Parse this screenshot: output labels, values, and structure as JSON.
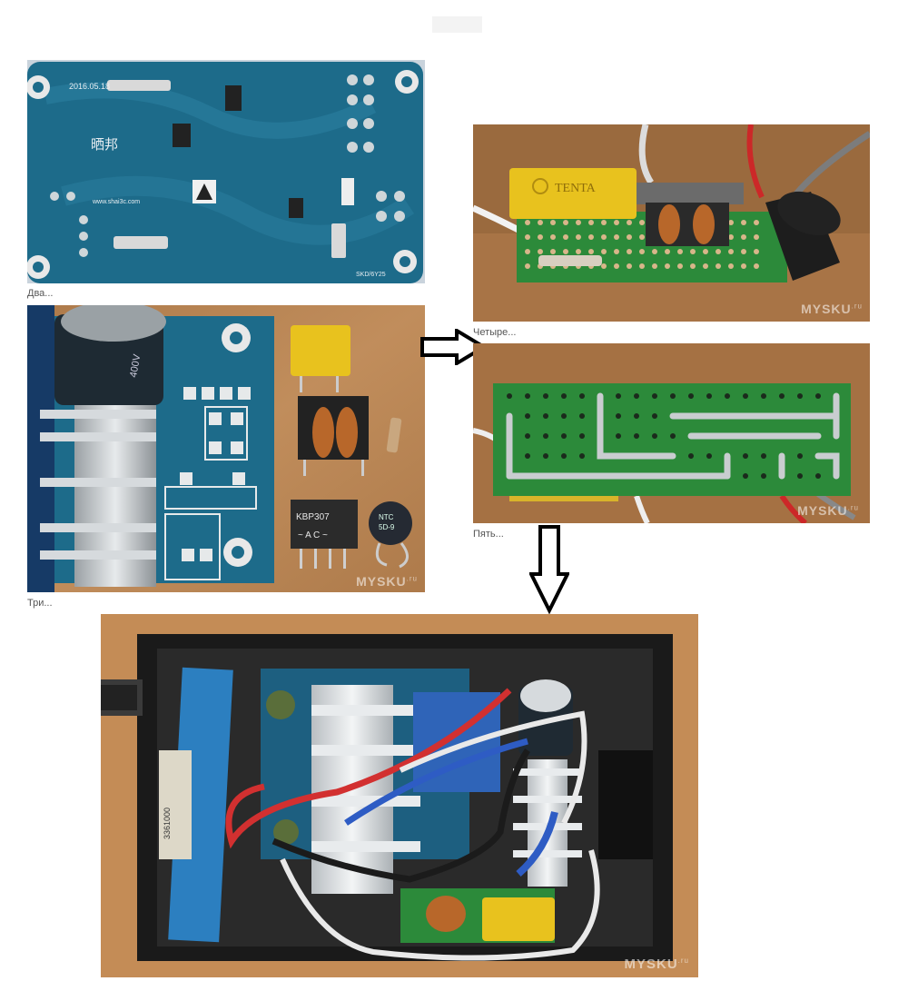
{
  "captions": {
    "photo2": "Два...",
    "photo3": "Три...",
    "photo4": "Четыре...",
    "photo5": "Пять..."
  },
  "board_text": {
    "date": "2016.05.18",
    "brand": "晒邦",
    "url": "www.shai3c.com",
    "model": "SKD/6Y25"
  },
  "part_text": {
    "capacitor_brand": "TENTA",
    "bridge": "KBP307",
    "bridge_ac": "~ A C ~",
    "ntc": "NTC",
    "ntc_code": "5D-9",
    "module_code": "3361000"
  },
  "watermark": {
    "main": "MYSKU",
    "suffix": ".ru"
  },
  "colors": {
    "pcb_blue": "#1d6b8a",
    "table_wood": "#b98554",
    "protoboard_green": "#2c8a3a"
  }
}
